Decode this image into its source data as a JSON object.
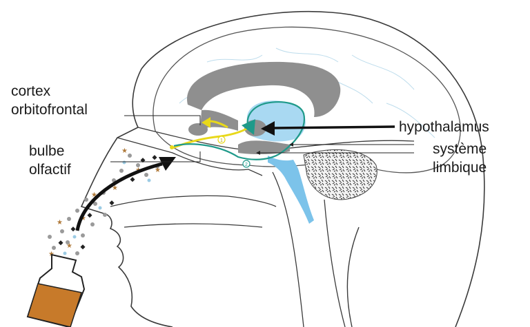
{
  "labels": {
    "cortex_line1": "cortex",
    "cortex_line2": "orbitofrontal",
    "bulbe_line1": "bulbe",
    "bulbe_line2": "olfactif",
    "hypothalamus": "hypothalamus",
    "limbic_line1": "système",
    "limbic_line2": "limbique"
  },
  "pathway_markers": {
    "first": "1",
    "second": "2"
  },
  "colors": {
    "outline": "#3a3a3a",
    "gray_structure": "#8f8f8f",
    "thalamus_blue": "#a9d9f2",
    "ventricle_blue": "#7cc3ea",
    "pathway_yellow": "#e8d81a",
    "pathway_teal": "#1f9a8a",
    "bottle": "#c77a2a",
    "arrow": "#111111"
  }
}
